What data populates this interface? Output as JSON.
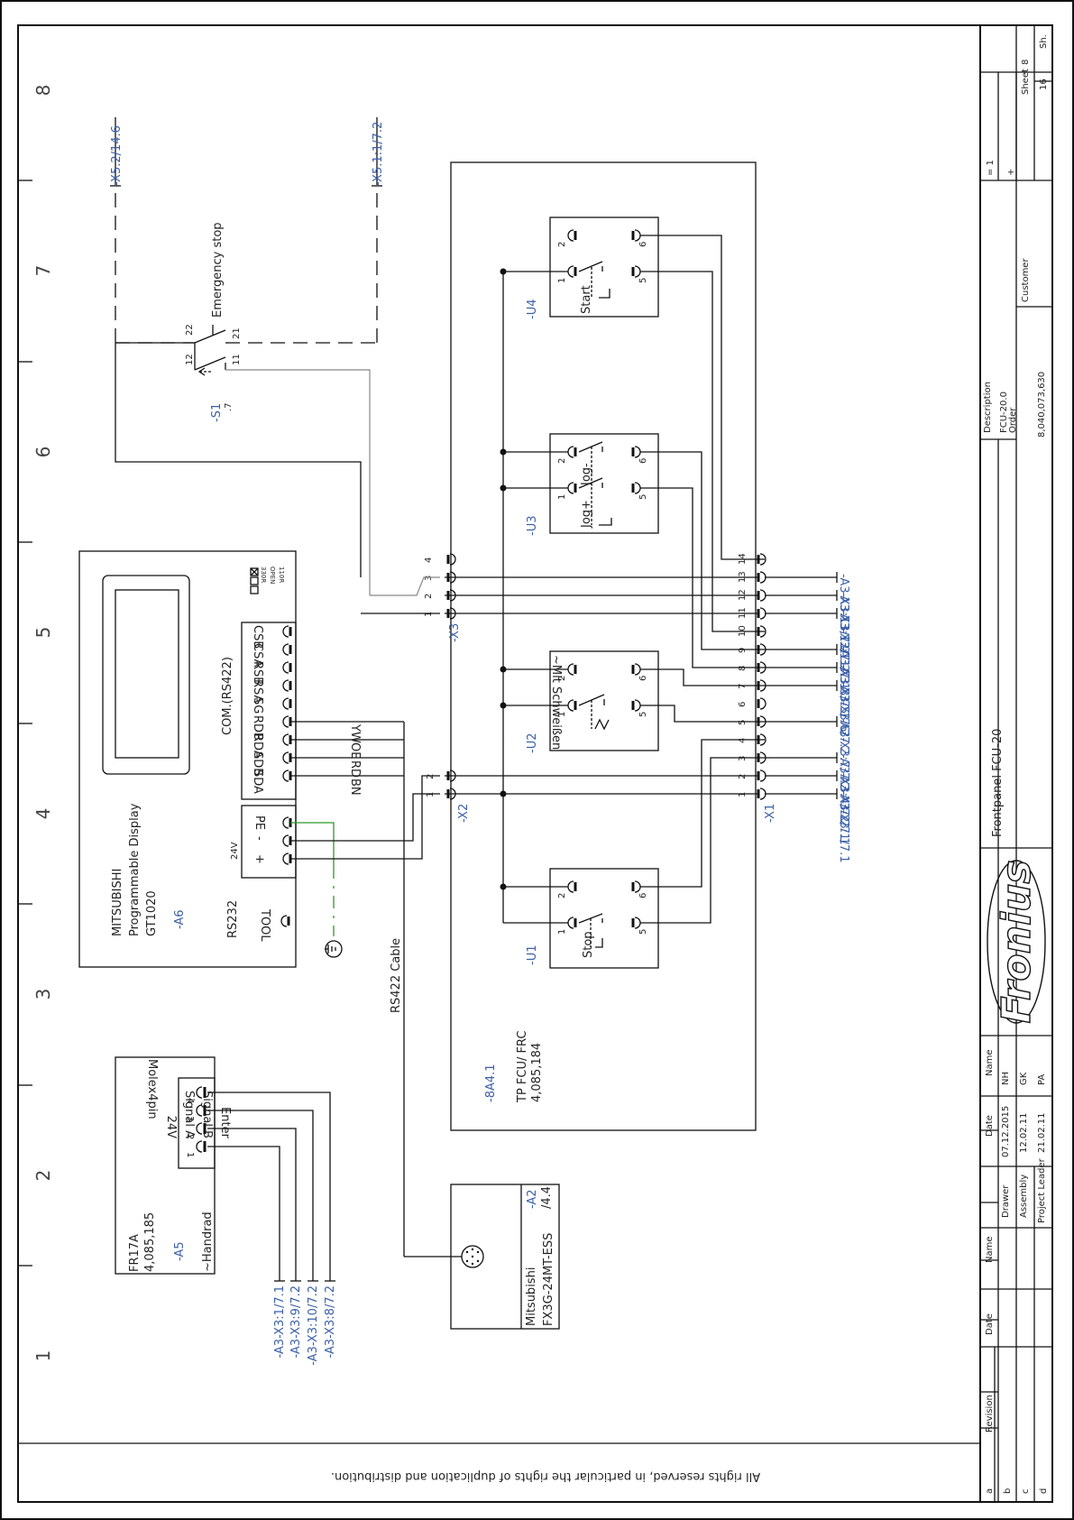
{
  "frame": {
    "grid_numbers": [
      "1",
      "2",
      "3",
      "4",
      "5",
      "6",
      "7",
      "8"
    ],
    "rights_notice": "All rights reserved, in particular the rights of duplication and distribution."
  },
  "a5": {
    "part": "FR17A",
    "partno": "4,085,185",
    "ref": "-A5",
    "name": "~Handrad",
    "pins": [
      {
        "num": "1",
        "label": "24V"
      },
      {
        "num": "2",
        "label": "Signal A"
      },
      {
        "num": "3",
        "label": "Signal B"
      },
      {
        "num": "4",
        "label": "Enter"
      }
    ],
    "connector": "Molex4pin",
    "xrefs": [
      "-A3-X3:1/7.1",
      "-A3-X3:9/7.2",
      "-A3-X3:10/7.2",
      "-A3-X3:8/7.2"
    ]
  },
  "a6": {
    "brand": "MITSUBISHI",
    "desc": "Programmable Display",
    "model": "GT1020",
    "ref": "-A6",
    "rs232": "RS232",
    "tool": "TOOL",
    "voltage": "24V",
    "power_pins": [
      "PE",
      "-",
      "+"
    ],
    "com_title": "COM.(RS422)",
    "com_pins": [
      "CSB",
      "CSA",
      "RSB",
      "RSA",
      "SG",
      "RDB",
      "RDA",
      "SDB",
      "SDA"
    ],
    "switch_labels": [
      "330R",
      "OPEN",
      "110R"
    ]
  },
  "cable": {
    "label": "RS422 Cable",
    "colors": [
      "YW",
      "OE",
      "RD",
      "BN"
    ]
  },
  "a2": {
    "brand": "Mitsubishi",
    "model": "FX3G-24MT-ESS",
    "ref": "-A2",
    "sheetref": "/4.4"
  },
  "s1": {
    "ref": "-S1",
    "subref": ".7",
    "caption": "Emergency stop",
    "pins": [
      "12",
      "11",
      "22",
      "21"
    ],
    "xref_left": "-X5.2/14.6",
    "xref_right": "-X5.1:1/7.2"
  },
  "board": {
    "ref": "-8A4.1",
    "name": "TP FCU/ FRC",
    "partno": "4,085,184"
  },
  "x1": {
    "ref": "-X1",
    "terminals": [
      "1",
      "2",
      "3",
      "4",
      "5",
      "6",
      "7",
      "8",
      "9",
      "10",
      "11",
      "12",
      "13",
      "14"
    ],
    "xrefs": [
      {
        "terminal": "1",
        "text": "-A3-X3:1/7.1"
      },
      {
        "terminal": "2",
        "text": "-A3-X3:2/7.1"
      },
      {
        "terminal": "3",
        "text": "-A3-X3:4/7.2"
      },
      {
        "terminal": "5",
        "text": "-A3-X3:7/7.2"
      },
      {
        "terminal": "7",
        "text": "-A3-X3:6/7.2"
      },
      {
        "terminal": "8",
        "text": "-A3-X3:5/7.2"
      },
      {
        "terminal": "9",
        "text": "-A3-X3:3/7.1"
      },
      {
        "terminal": "11",
        "text": "-A3-X3:11/7.1"
      },
      {
        "terminal": "12",
        "text": "-A3-X3:12/7.2"
      },
      {
        "terminal": "13",
        "text": "-A3-X3:13/7.2"
      }
    ]
  },
  "x2": {
    "ref": "-X2",
    "terminals": [
      "1",
      "2"
    ]
  },
  "x3": {
    "ref": "-X3",
    "terminals": [
      "1",
      "2",
      "3",
      "4"
    ]
  },
  "switches": [
    {
      "ref": "-U1",
      "name": "Stop",
      "pins": [
        "1",
        "2",
        "5",
        "6"
      ]
    },
    {
      "ref": "-U2",
      "name": "~Mit Schweißen",
      "pins": [
        "1",
        "2",
        "5",
        "6"
      ]
    },
    {
      "ref": "-U3",
      "name_a": "Jog+",
      "name_b": "Jog-",
      "pins": [
        "1",
        "2",
        "5",
        "6"
      ]
    },
    {
      "ref": "-U4",
      "name": "Start",
      "pins": [
        "1",
        "2",
        "5",
        "6"
      ]
    }
  ],
  "title_block": {
    "title": "Frontpanel FCU-20",
    "logo_text": "Fronius",
    "description_label": "Description",
    "description": "FCU-20.0",
    "order_label": "Order",
    "order": "8,040,073,630",
    "customer_label": "Customer",
    "eq": "= 1",
    "plus": "+",
    "sheet_label": "Sheet",
    "sheet": "8",
    "sheets_label": "Sh.",
    "sheets": "16",
    "revision_label": "Revision",
    "date_label": "Date",
    "name_label": "Name",
    "rows": [
      {
        "role": "Drawer",
        "date": "07.12.2015",
        "name": "NH"
      },
      {
        "role": "Assembly",
        "date": "12.02.11",
        "name": "GK"
      },
      {
        "role": "Project Leader",
        "date": "21.02.11",
        "name": "PA"
      }
    ],
    "revision_rows": [
      "a",
      "b",
      "c",
      "d"
    ]
  }
}
